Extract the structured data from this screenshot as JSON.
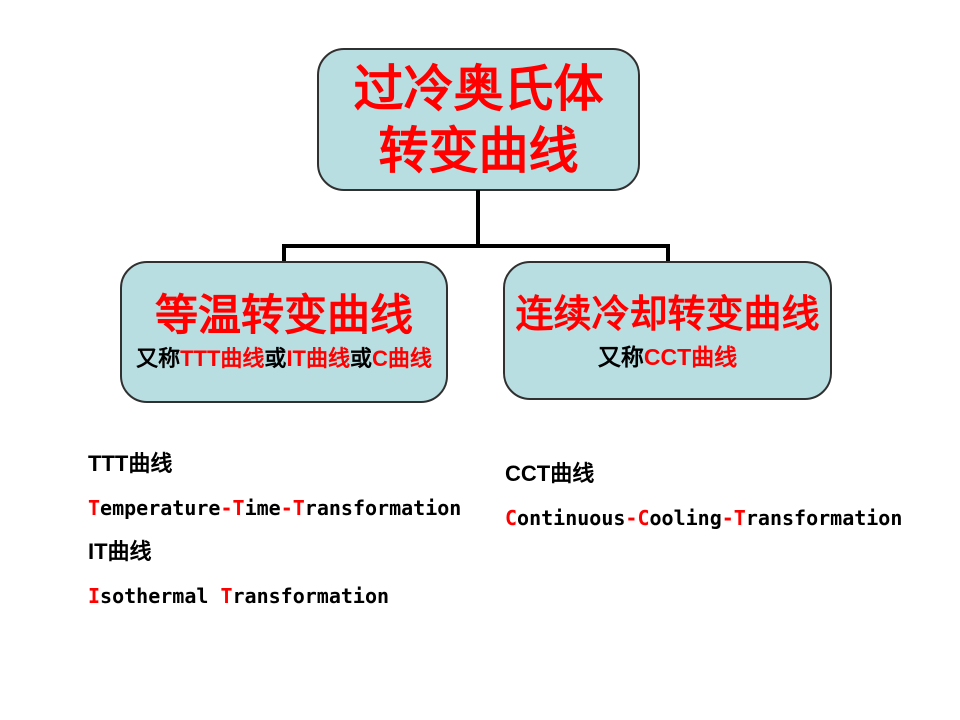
{
  "palette": {
    "box_fill": "#b9dee2",
    "box_border": "#303030",
    "connector": "#000000",
    "red": "#ff0000",
    "black": "#000000"
  },
  "tree": {
    "root": {
      "title_lines": [
        "过冷奥氏体",
        "转变曲线"
      ]
    },
    "left": {
      "title": "等温转变曲线",
      "subtitle_segments": [
        {
          "t": "又称",
          "c": "#000000"
        },
        {
          "t": "TTT曲线",
          "c": "#ff0000"
        },
        {
          "t": "或",
          "c": "#000000"
        },
        {
          "t": "IT曲线",
          "c": "#ff0000"
        },
        {
          "t": "或",
          "c": "#000000"
        },
        {
          "t": "C曲线",
          "c": "#ff0000"
        }
      ]
    },
    "right": {
      "title": "连续冷却转变曲线",
      "subtitle_segments": [
        {
          "t": "又称",
          "c": "#000000"
        },
        {
          "t": "CCT曲线",
          "c": "#ff0000"
        }
      ]
    }
  },
  "notes": {
    "left": [
      {
        "segments": [
          {
            "t": "TTT曲线",
            "c": "#000000"
          }
        ]
      },
      {
        "segments": [
          {
            "t": "T",
            "c": "#ff0000"
          },
          {
            "t": "emperature",
            "c": "#000000"
          },
          {
            "t": "-T",
            "c": "#ff0000"
          },
          {
            "t": "ime",
            "c": "#000000"
          },
          {
            "t": "-T",
            "c": "#ff0000"
          },
          {
            "t": "ransformation",
            "c": "#000000"
          }
        ]
      },
      {
        "segments": [
          {
            "t": "IT曲线",
            "c": "#000000"
          }
        ]
      },
      {
        "segments": [
          {
            "t": "I",
            "c": "#ff0000"
          },
          {
            "t": "sothermal ",
            "c": "#000000"
          },
          {
            "t": "T",
            "c": "#ff0000"
          },
          {
            "t": "ransformation",
            "c": "#000000"
          }
        ]
      }
    ],
    "right": [
      {
        "segments": [
          {
            "t": "CCT曲线",
            "c": "#000000"
          }
        ]
      },
      {
        "segments": [
          {
            "t": "C",
            "c": "#ff0000"
          },
          {
            "t": "ontinuous",
            "c": "#000000"
          },
          {
            "t": "-C",
            "c": "#ff0000"
          },
          {
            "t": "ooling",
            "c": "#000000"
          },
          {
            "t": "-T",
            "c": "#ff0000"
          },
          {
            "t": "ransformation",
            "c": "#000000"
          }
        ]
      }
    ]
  }
}
